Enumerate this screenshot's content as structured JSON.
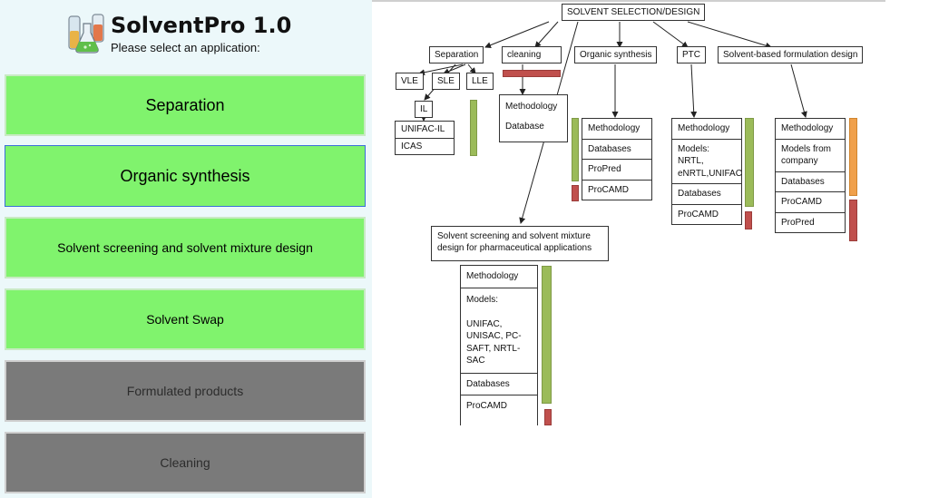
{
  "app": {
    "title": "SolventPro 1.0",
    "subtitle": "Please select an application:",
    "logo_icon": "lab-flasks-icon"
  },
  "applications": [
    {
      "label": "Separation",
      "state": "enabled"
    },
    {
      "label": "Organic synthesis",
      "state": "enabled-focused"
    },
    {
      "label": "Solvent screening and solvent mixture design",
      "state": "enabled"
    },
    {
      "label": "Solvent Swap",
      "state": "enabled"
    },
    {
      "label": "Formulated products",
      "state": "disabled"
    },
    {
      "label": "Cleaning",
      "state": "disabled"
    }
  ],
  "colors": {
    "enabled_button": "#80f36d",
    "disabled_button": "#7a7a7a",
    "focus_border": "#3a6fd8",
    "status_green": "#9bbb59",
    "status_red": "#c0504d",
    "status_orange": "#f0a04b"
  },
  "diagram": {
    "root": "SOLVENT SELECTION/DESIGN",
    "separation": {
      "label": "Separation",
      "children": [
        "VLE",
        "SLE",
        "LLE"
      ],
      "il": "IL",
      "il_children": [
        "UNIFAC-IL",
        "ICAS"
      ]
    },
    "cleaning": {
      "label": "cleaning",
      "items": [
        "Methodology",
        "Database"
      ]
    },
    "organic_synthesis": {
      "label": "Organic synthesis",
      "items": [
        "Methodology",
        "Databases",
        "ProPred",
        "ProCAMD"
      ]
    },
    "ptc": {
      "label": "PTC",
      "items": [
        "Methodology",
        "Models:\nNRTL,\neNRTL,UNIFAC",
        "Databases",
        "ProCAMD"
      ]
    },
    "formulation": {
      "label": "Solvent-based formulation design",
      "items": [
        "Methodology",
        "Models from company",
        "Databases",
        "ProCAMD",
        "ProPred"
      ]
    },
    "pharma": {
      "label": "Solvent screening and solvent mixture design for pharmaceutical applications",
      "items": [
        "Methodology",
        "Models:\n\nUNIFAC,\nUNISAC, PC-\nSAFT, NRTL-\nSAC",
        "Databases",
        "ProCAMD"
      ]
    }
  }
}
